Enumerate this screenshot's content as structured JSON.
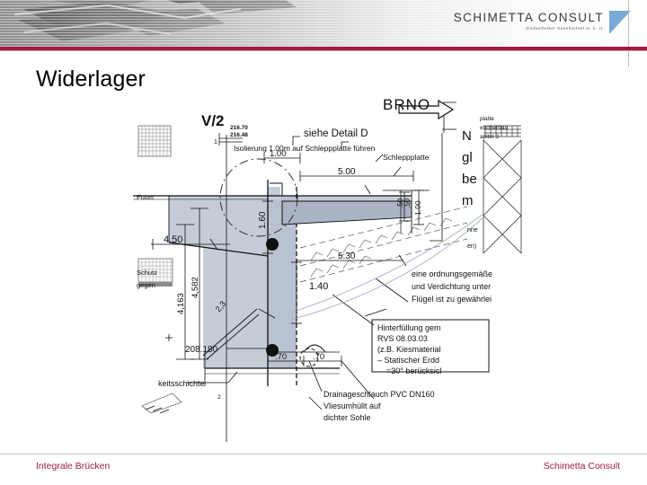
{
  "slide": {
    "title": "Widerlager",
    "accent_color": "#9e1b40"
  },
  "logo": {
    "name": "SCHIMETTA CONSULT",
    "subtitle": "Ziviltechniker Gesellschaft m. b. H.",
    "triangle_color": "#7aa9d4"
  },
  "footer": {
    "left": "Integrale Brücken",
    "right": "Schimetta Consult"
  },
  "drawing": {
    "name": "widerlager-cross-section",
    "labels": {
      "v_half": "V/2",
      "elev_top1": "216.70",
      "elev_top2": "216.48",
      "station_1": "1",
      "brno": "BRNO",
      "siehe_detail": "siehe Detail D",
      "isolierung": "Isolierung 1.00m auf Schleppplatte führen",
      "dim_100": "1.00",
      "dim_500": "5.00",
      "schleppplatte": "Schleppplatte",
      "futtermauer": "Futter",
      "dim_450": "4.50",
      "dim_160": "1.60",
      "dim_140": "1.40",
      "dim_530": "5.30",
      "dim_50a": ".50",
      "dim_50b": ".50",
      "dim_100r": "1.00",
      "vert_4163": "4,163",
      "vert_4582": "4,582",
      "slope_23": "2,3",
      "schutz1": "Schutz",
      "schutz2": "gegen",
      "elev_bottom": "208.180",
      "dim_70a": ".70",
      "dim_70b": ".70",
      "sauberkeitsschichte": "keitsschichte",
      "note_right_l1": "platte",
      "note_right_l2": "enoberbau",
      "note_right_l3": "apitel 3",
      "note_right_n": "N",
      "note_right_gl": "gl",
      "note_right_be": "be",
      "note_right_m": "m",
      "note_right_nne": "nne",
      "note_right_en": "en)",
      "verdichtung_l1": "eine ordnungsgemäße",
      "verdichtung_l2": "und Verdichtung unter",
      "verdichtung_l3": "Flügel ist zu gewährlei",
      "box_l1": "Hinterfüllung gem",
      "box_l2": "RVS 08.03.03",
      "box_l3": "(z.B. Kiesmaterial",
      "box_l4": "– Statischer Erdd",
      "box_l5": "=30° berücksicl",
      "drain_l1": "Drainageschlauch PVC DN160",
      "drain_l2": "Vliesumhüllt auf",
      "drain_l3": "dichter Sohle"
    }
  }
}
